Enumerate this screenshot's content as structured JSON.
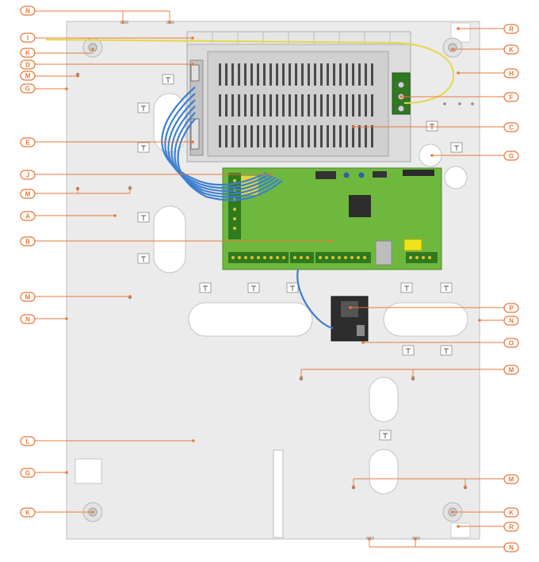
{
  "colors": {
    "leader": "#e8783a",
    "enclosure": "#ebebeb",
    "enclosure_edge": "#c9c9c9",
    "psu": "#d7d7d7",
    "pcb": "#6fb83e",
    "terminal": "#2f7a1f",
    "wire_blue": "#3d7fd0",
    "wire_yellow": "#e6d84a"
  },
  "callouts": {
    "A": "A",
    "B": "B",
    "C": "C",
    "D": "D",
    "E": "E",
    "F": "F",
    "G": "G",
    "H": "H",
    "I": "I",
    "J": "J",
    "K": "K",
    "L": "L",
    "M": "M",
    "N": "N",
    "O": "O",
    "P": "P",
    "R": "R"
  }
}
